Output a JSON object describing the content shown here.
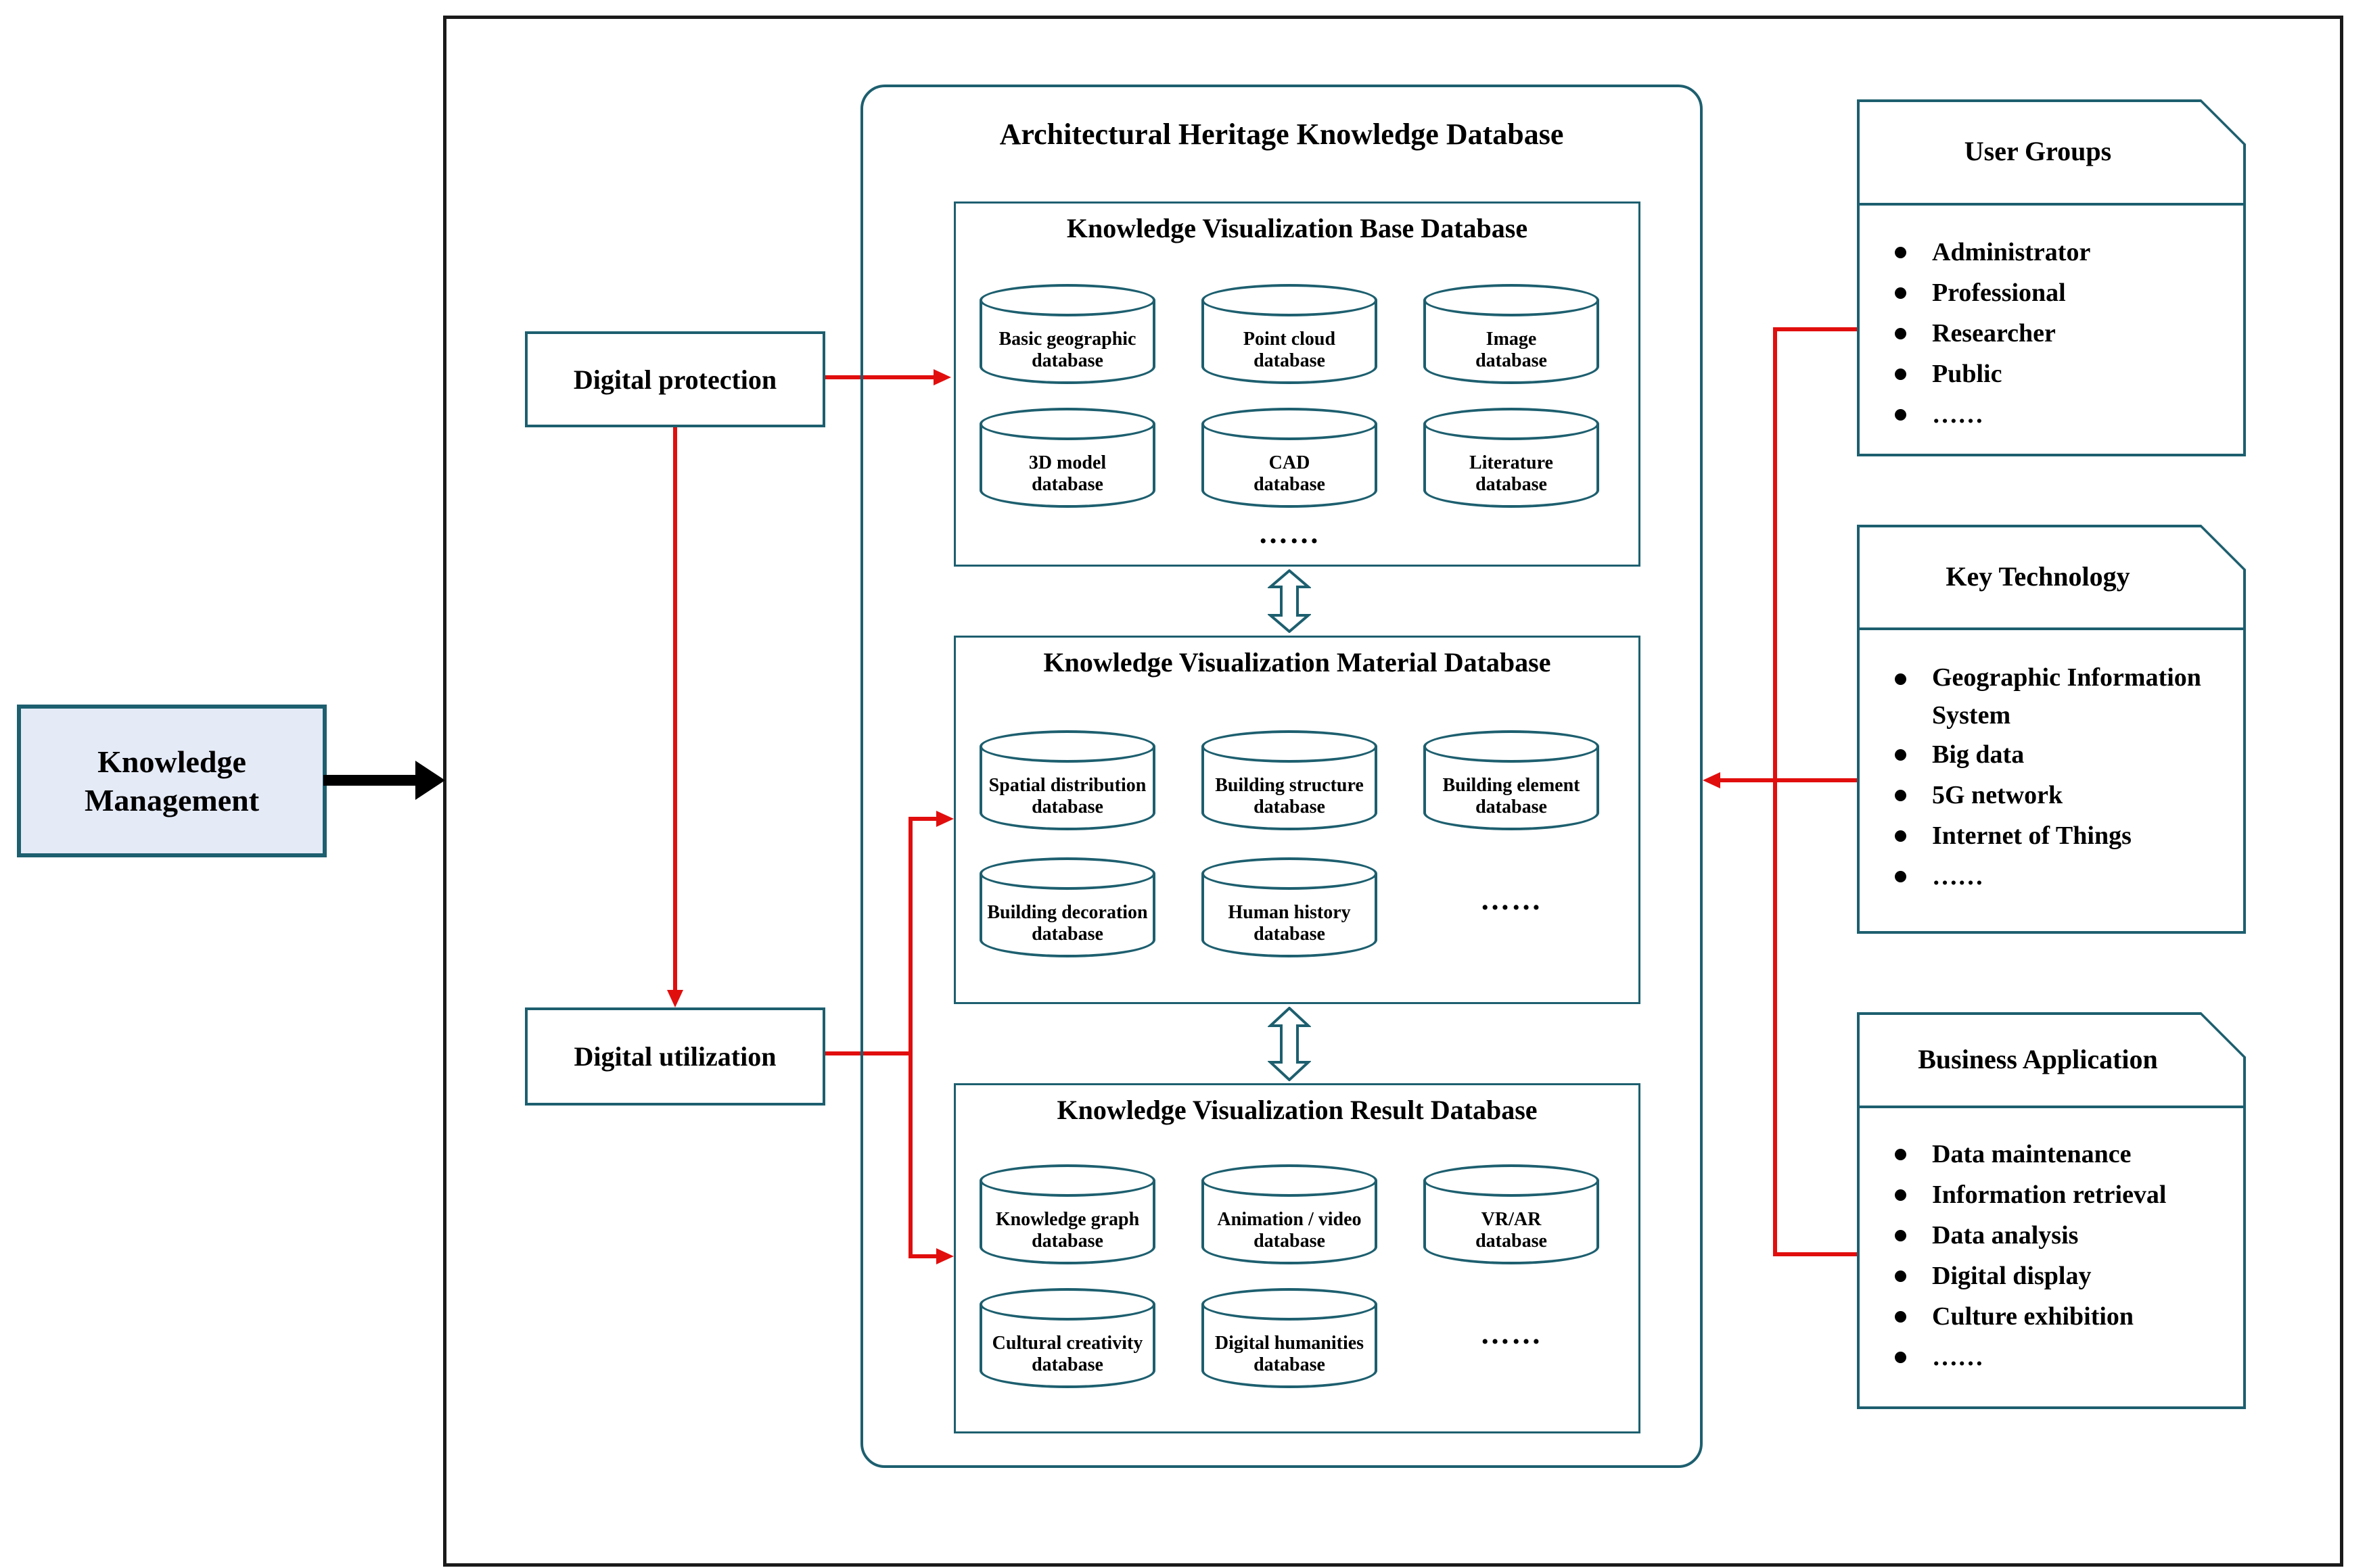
{
  "colors": {
    "teal": "#1d5f6f",
    "red": "#e10e0e",
    "km_fill": "#e4eaf6",
    "frame": "#1a1a1a"
  },
  "km": {
    "line1": "Knowledge",
    "line2": "Management"
  },
  "flow": {
    "digital_protection": "Digital protection",
    "digital_utilization": "Digital utilization"
  },
  "container": {
    "title": "Architectural Heritage Knowledge Database",
    "ellipsis": "……",
    "sections": [
      {
        "title": "Knowledge Visualization Base Database",
        "cylinders": [
          [
            "Basic geographic",
            "database"
          ],
          [
            "Point cloud",
            "database"
          ],
          [
            "Image",
            "database"
          ],
          [
            "3D model",
            "database"
          ],
          [
            "CAD",
            "database"
          ],
          [
            "Literature",
            "database"
          ]
        ]
      },
      {
        "title": "Knowledge Visualization Material Database",
        "cylinders": [
          [
            "Spatial distribution",
            "database"
          ],
          [
            "Building structure",
            "database"
          ],
          [
            "Building element",
            "database"
          ],
          [
            "Building decoration",
            "database"
          ],
          [
            "Human history",
            "database"
          ]
        ]
      },
      {
        "title": "Knowledge Visualization Result Database",
        "cylinders": [
          [
            "Knowledge graph",
            "database"
          ],
          [
            "Animation / video",
            "database"
          ],
          [
            "VR/AR",
            "database"
          ],
          [
            "Cultural creativity",
            "database"
          ],
          [
            "Digital humanities",
            "database"
          ]
        ]
      }
    ]
  },
  "notes": [
    {
      "title": "User Groups",
      "items": [
        "Administrator",
        "Professional",
        "Researcher",
        "Public",
        "……"
      ]
    },
    {
      "title": "Key Technology",
      "items": [
        "Geographic Information System",
        "Big data",
        "5G network",
        "Internet of Things",
        "……"
      ]
    },
    {
      "title": "Business Application",
      "items": [
        "Data maintenance",
        "Information retrieval",
        "Data analysis",
        "Digital display",
        "Culture exhibition",
        "……"
      ]
    }
  ]
}
